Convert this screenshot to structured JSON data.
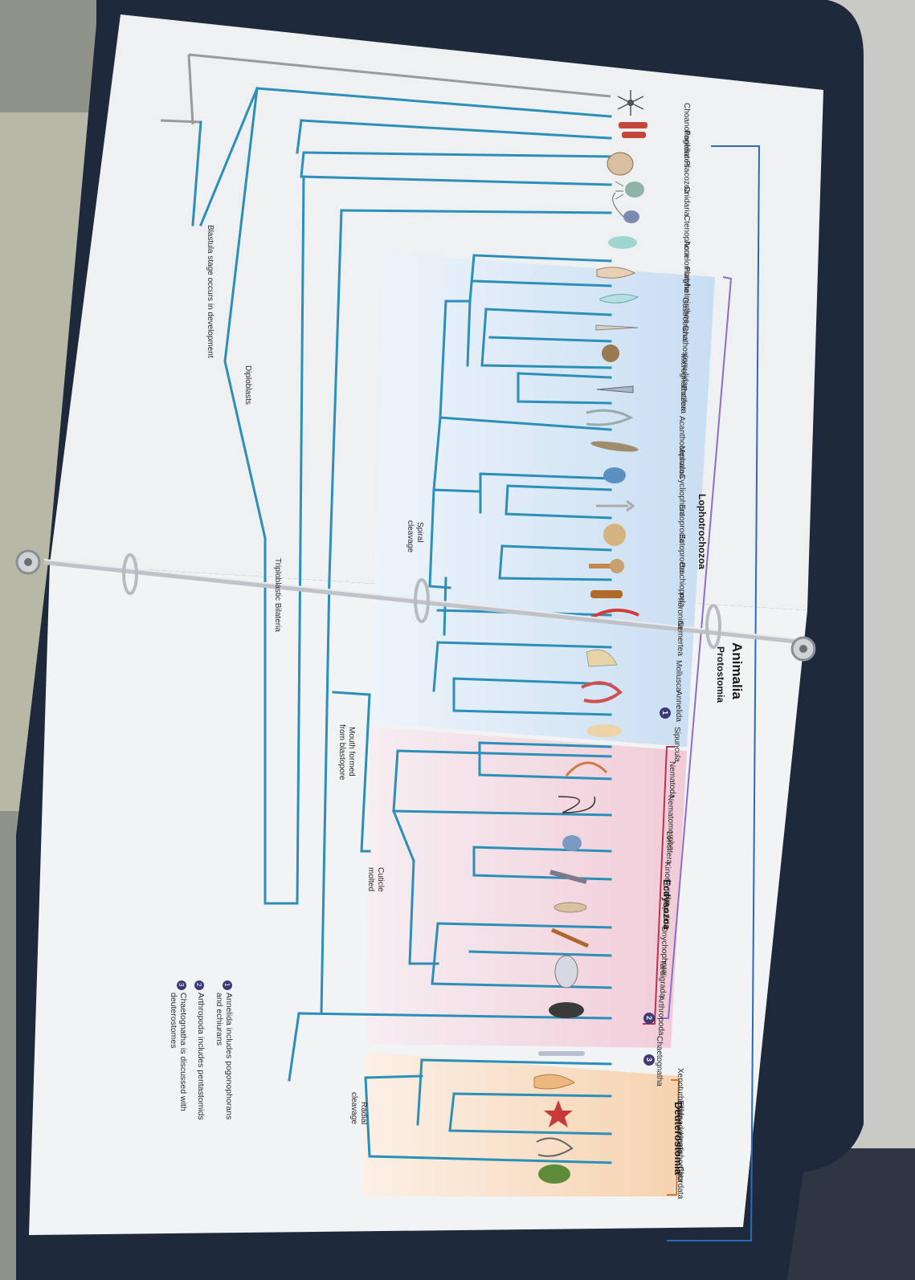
{
  "taxa": [
    "Choanoflagellates",
    "Porifera",
    "Placozoa",
    "Cnidaria",
    "Ctenophora",
    "Acoelomorpha",
    "Platyhelminthes",
    "Gastrotricha",
    "Gnathostomulida",
    "Micrognathozoa",
    "Rotifera",
    "Acanthocephala",
    "Mesozoa",
    "Cycliophora",
    "Entoprocta",
    "Ectoprocta",
    "Brachiopoda",
    "Phoronida",
    "Nemertea",
    "Mollusca",
    "Annelida",
    "Sipuncula",
    "Nematoda",
    "Nematomorpha",
    "Loricifera",
    "Kinorhyncha",
    "Priapulida",
    "Onychophora",
    "Tardigrada",
    "Arthropoda",
    "Chaetognatha",
    "Xenoturbellida",
    "Echinodermata",
    "Hemichordata",
    "Chordata"
  ],
  "clades": {
    "animalia": "Animalia",
    "protostomia": "Protostomia",
    "lophotrochozoa": "Lophotrochozoa",
    "ecdysozoa": "Ecdysozoa",
    "deuterostomia": "Deuterostomia"
  },
  "characters": {
    "blastula": "Blastula stage occurs in development",
    "diploblasts": "Diploblasts",
    "triploblastic": "Triploblastic Bilateria",
    "spiral_1": "Spiral",
    "spiral_2": "cleavage",
    "mouth_1": "Mouth formed",
    "mouth_2": "from blastopore",
    "cuticle_1": "Cuticle",
    "cuticle_2": "molted",
    "radial_1": "Radial",
    "radial_2": "cleavage"
  },
  "footnotes": {
    "n1": "1",
    "n2": "2",
    "n3": "3",
    "f1_line1": "Annelida includes pogonophorans",
    "f1_line2": "and echiurans",
    "f2_line1": "Arthropoda includes pentastomids",
    "f3_line1": "Chaetognatha is discussed with",
    "f3_line2": "deuterostomes"
  },
  "colors": {
    "branch": "#2b8fb8",
    "lophotrochozoa_band": "#cfe3f4",
    "ecdysozoa_band": "#f4d6e0",
    "deuterostomia_band": "#f8dcc0",
    "binder": "#1e2a3c"
  }
}
